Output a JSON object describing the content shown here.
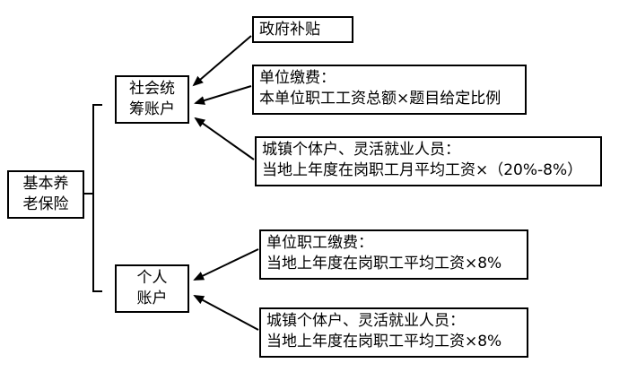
{
  "root": {
    "lines": [
      "基本养",
      "老保险"
    ]
  },
  "accounts": [
    {
      "lines": [
        "社会统",
        "筹账户"
      ]
    },
    {
      "lines": [
        "个人",
        "账户"
      ]
    }
  ],
  "sources": [
    {
      "lines": [
        "政府补贴"
      ]
    },
    {
      "lines": [
        "单位缴费：",
        "本单位职工工资总额×题目给定比例"
      ]
    },
    {
      "lines": [
        "城镇个体户、灵活就业人员：",
        "当地上年度在岗职工月平均工资×（20%-8%）"
      ]
    },
    {
      "lines": [
        "单位职工缴费：",
        "当地上年度在岗职工平均工资×8%"
      ]
    },
    {
      "lines": [
        "城镇个体户、灵活就业人员：",
        "当地上年度在岗职工平均工资×8%"
      ]
    }
  ]
}
